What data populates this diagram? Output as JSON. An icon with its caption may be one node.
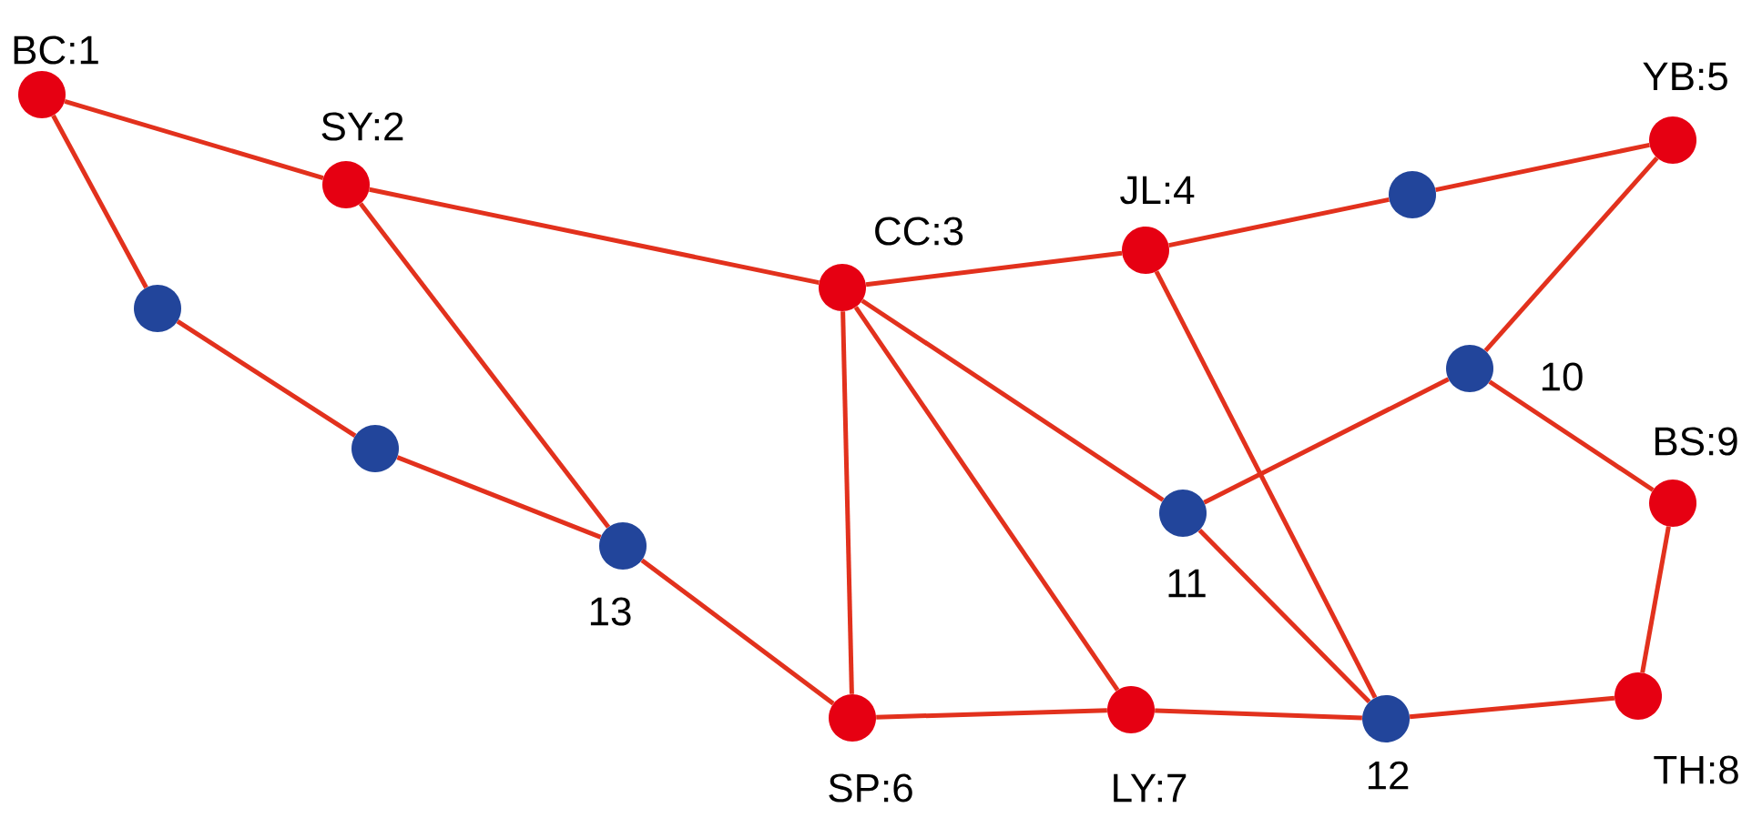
{
  "diagram": {
    "nodes": [
      {
        "text": [
          "BC:1"
        ]
      },
      {
        "text": [
          "SY:2"
        ]
      },
      {
        "text": [
          "CC:3"
        ]
      },
      {
        "text": [
          "JL:4"
        ]
      },
      {
        "text": [
          "YB:5"
        ]
      },
      {
        "text": [
          "SP:6"
        ]
      },
      {
        "text": [
          "LY:7"
        ]
      },
      {
        "text": [
          "TH:8"
        ]
      },
      {
        "text": [
          "BS:9"
        ]
      },
      {
        "text": [
          "10"
        ]
      },
      {
        "text": [
          "11"
        ]
      },
      {
        "text": [
          "12"
        ]
      },
      {
        "text": [
          "13"
        ]
      },
      {
        "text": [],
        "shape": "circle"
      },
      {
        "text": [],
        "shape": "circle"
      },
      {
        "text": [],
        "shape": "circle"
      }
    ],
    "edges": [
      {
        "from": 0,
        "to": 1,
        "arrow": "none"
      },
      {
        "from": 0,
        "to": 13,
        "arrow": "none"
      },
      {
        "from": 13,
        "to": 14,
        "arrow": "none"
      },
      {
        "from": 14,
        "to": 12,
        "arrow": "none"
      },
      {
        "from": 1,
        "to": 12,
        "arrow": "none"
      },
      {
        "from": 1,
        "to": 2,
        "arrow": "none"
      },
      {
        "from": 12,
        "to": 5,
        "arrow": "none"
      },
      {
        "from": 2,
        "to": 3,
        "arrow": "none"
      },
      {
        "from": 2,
        "to": 5,
        "arrow": "none"
      },
      {
        "from": 2,
        "to": 6,
        "arrow": "none"
      },
      {
        "from": 2,
        "to": 10,
        "arrow": "none"
      },
      {
        "from": 3,
        "to": 15,
        "arrow": "none"
      },
      {
        "from": 15,
        "to": 4,
        "arrow": "none"
      },
      {
        "from": 4,
        "to": 9,
        "arrow": "none"
      },
      {
        "from": 9,
        "to": 10,
        "arrow": "none"
      },
      {
        "from": 9,
        "to": 8,
        "arrow": "none"
      },
      {
        "from": 8,
        "to": 7,
        "arrow": "none"
      },
      {
        "from": 3,
        "to": 11,
        "arrow": "none"
      },
      {
        "from": 10,
        "to": 11,
        "arrow": "none"
      },
      {
        "from": 5,
        "to": 6,
        "arrow": "none"
      },
      {
        "from": 6,
        "to": 11,
        "arrow": "none"
      },
      {
        "from": 11,
        "to": 7,
        "arrow": "none"
      }
    ]
  }
}
